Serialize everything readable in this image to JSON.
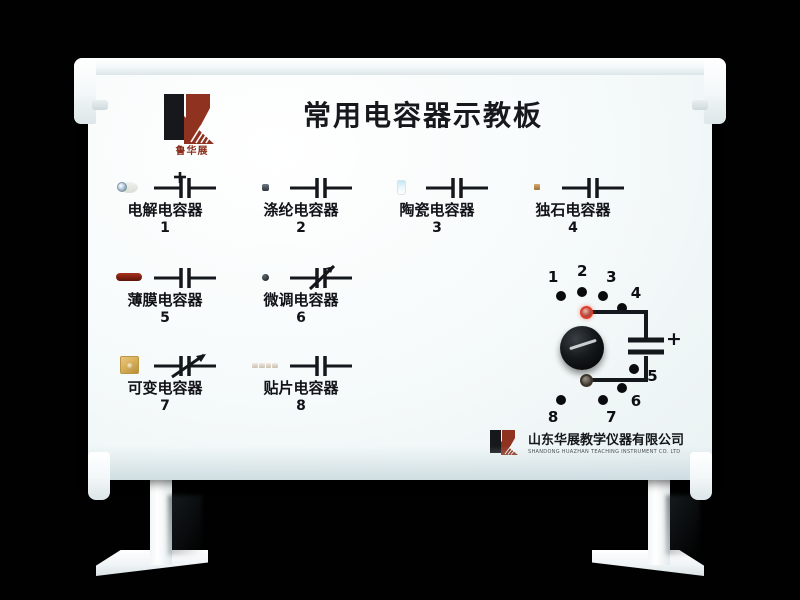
{
  "device": {
    "title": "常用电容器示教板",
    "brand_mark_text": "鲁华展",
    "colors": {
      "panel": "#f4fafb",
      "frame": "#ffffff",
      "ink": "#111318",
      "brand_red": "#8a2f1c",
      "terminal_red": "#e03c2a",
      "terminal_black": "#3b352c",
      "knob": "#000000"
    }
  },
  "components": [
    {
      "name": "电解电容器",
      "number": "1",
      "part": "p-elec",
      "symbol": "polarized",
      "polarity": "+"
    },
    {
      "name": "涤纶电容器",
      "number": "2",
      "part": "p-poly",
      "symbol": "plain",
      "polarity": ""
    },
    {
      "name": "陶瓷电容器",
      "number": "3",
      "part": "p-ceramic",
      "symbol": "plain",
      "polarity": ""
    },
    {
      "name": "独石电容器",
      "number": "4",
      "part": "p-mono",
      "symbol": "plain",
      "polarity": ""
    },
    {
      "name": "薄膜电容器",
      "number": "5",
      "part": "p-film",
      "symbol": "plain",
      "polarity": ""
    },
    {
      "name": "微调电容器",
      "number": "6",
      "part": "p-trim",
      "symbol": "trimmer",
      "polarity": ""
    },
    {
      "name": "可变电容器",
      "number": "7",
      "part": "p-var",
      "symbol": "variable",
      "polarity": ""
    },
    {
      "name": "贴片电容器",
      "number": "8",
      "part": "p-smd",
      "symbol": "plain",
      "polarity": ""
    }
  ],
  "selector": {
    "knob_label": "",
    "positions": [
      {
        "label": "1",
        "angle_deg": 247.5
      },
      {
        "label": "2",
        "angle_deg": 270.0
      },
      {
        "label": "3",
        "angle_deg": 292.5
      },
      {
        "label": "4",
        "angle_deg": 315.0
      },
      {
        "label": "5",
        "angle_deg": 22.5
      },
      {
        "label": "6",
        "angle_deg": 45.0
      },
      {
        "label": "7",
        "angle_deg": 67.5
      },
      {
        "label": "8",
        "angle_deg": 112.5
      }
    ]
  },
  "terminals": {
    "positive_label": "+",
    "red_terminal": "red-binding-post",
    "black_terminal": "black-binding-post"
  },
  "company": {
    "name_cn": "山东华展教学仪器有限公司",
    "name_en": "SHANDONG HUAZHAN TEACHING INSTRUMENT CO. LTD"
  }
}
